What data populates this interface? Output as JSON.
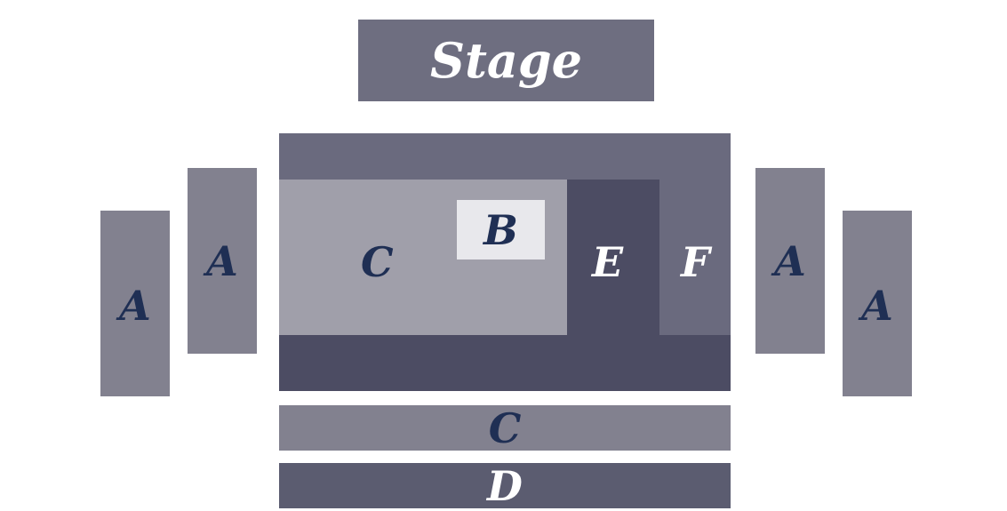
{
  "stage": {
    "label": "Stage"
  },
  "center": {
    "c_label": "C",
    "b_label": "B",
    "e_label": "E",
    "f_label": "F"
  },
  "sides": {
    "left_outer": "A",
    "left_inner": "A",
    "right_inner": "A",
    "right_outer": "A"
  },
  "rear": {
    "row_c": "C",
    "row_d": "D"
  },
  "colors": {
    "stage": "#6e6e80",
    "section_a": "#82818f",
    "section_b": "#e8e8ec",
    "section_c": "#a09faa",
    "section_e": "#4c4c63",
    "section_f": "#6a6a7e",
    "section_d": "#5b5c70",
    "label_dark": "#1f2f54",
    "label_light": "#ffffff"
  }
}
